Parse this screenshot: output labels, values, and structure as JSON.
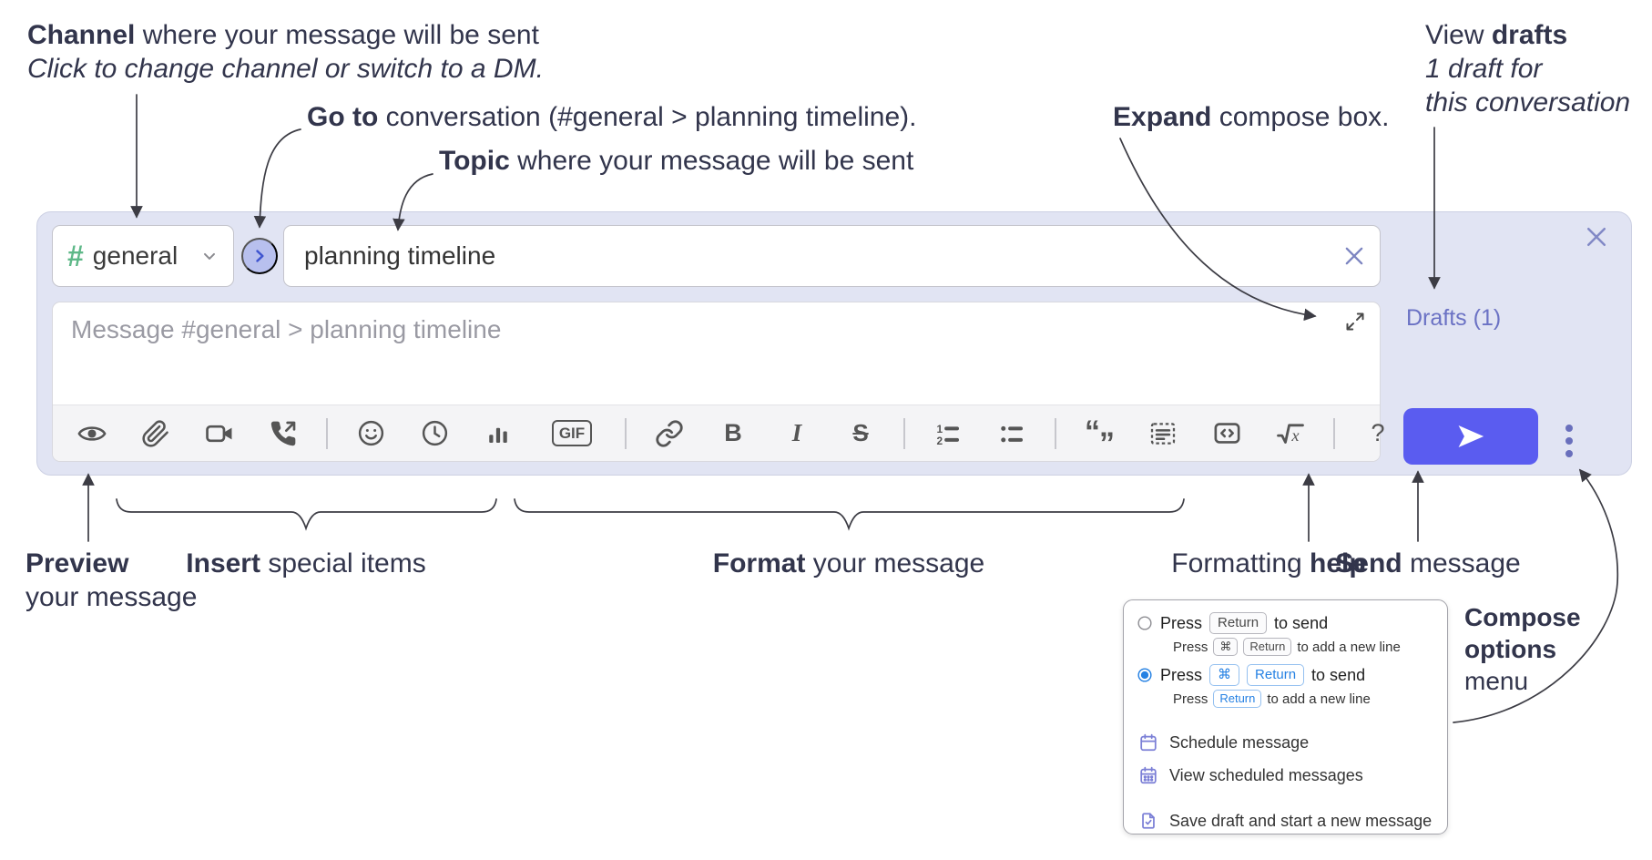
{
  "annotations": {
    "channel_bold": "Channel",
    "channel_rest": " where your message will be sent",
    "channel_line2": "Click to change channel or switch to a DM.",
    "goto_bold": "Go to",
    "goto_rest": " conversation (#general > planning timeline).",
    "topic_bold": "Topic",
    "topic_rest": " where your message will be sent",
    "expand_bold": "Expand",
    "expand_rest": " compose box.",
    "drafts_pre": "View ",
    "drafts_bold": "drafts",
    "drafts_line2": "1 draft for",
    "drafts_line3": "this conversation",
    "preview_bold": "Preview",
    "preview_line2": "your message",
    "insert_bold": "Insert",
    "insert_rest": " special items",
    "format_bold": "Format",
    "format_rest": " your message",
    "help_pre": "Formatting ",
    "help_bold": "help",
    "send_bold": "Send",
    "send_rest": " message",
    "compose_options_line1": "Compose",
    "compose_options_line2": "options",
    "compose_options_line3": "menu"
  },
  "compose": {
    "channel_hash": "#",
    "channel_name": "general",
    "topic_value": "planning timeline",
    "message_placeholder": "Message #general > planning timeline",
    "drafts_label": "Drafts (1)"
  },
  "toolbar": {
    "icons": [
      "preview",
      "attach-file",
      "video-call",
      "audio-call",
      "emoji",
      "time",
      "poll",
      "gif",
      "link",
      "bold",
      "italic",
      "strikethrough",
      "numbered-list",
      "bulleted-list",
      "quote",
      "spoiler",
      "code",
      "math",
      "help"
    ]
  },
  "glyphs": {
    "gif": "GIF",
    "bold": "B",
    "italic": "I",
    "strike": "S",
    "help": "?",
    "ol1": "1",
    "ol2": "2",
    "quote_open": "“",
    "quote_close": "”",
    "math_x": "x"
  },
  "popup": {
    "press": "Press",
    "to_send": "to send",
    "to_new_line": "to add a new line",
    "key_return": "Return",
    "key_cmd": "⌘",
    "items": {
      "schedule": "Schedule message",
      "view_scheduled": "View scheduled messages",
      "save_draft": "Save draft and start a new message"
    }
  },
  "colors": {
    "accent_send": "#5a5cf0",
    "compose_bg": "#e1e4f3",
    "drafts_link": "#6b72c4",
    "radio_selected": "#2581e3",
    "hash_green": "#5eb888",
    "menu_icon_purple": "#7b7fd6"
  }
}
